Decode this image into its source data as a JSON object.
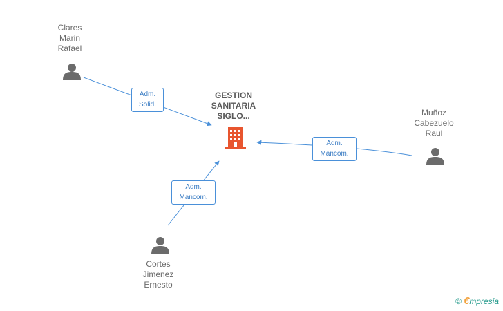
{
  "company": {
    "name": "GESTION\nSANITARIA\nSIGLO...",
    "color": "#e8552f"
  },
  "people": [
    {
      "id": "p1",
      "name": "Clares\nMarin\nRafael"
    },
    {
      "id": "p2",
      "name": "Muñoz\nCabezuelo\nRaul"
    },
    {
      "id": "p3",
      "name": "Cortes\nJimenez\nErnesto"
    }
  ],
  "relations": [
    {
      "from": "p1",
      "label": "Adm.\nSolid."
    },
    {
      "from": "p2",
      "label": "Adm.\nMancom."
    },
    {
      "from": "p3",
      "label": "Adm.\nMancom."
    }
  ],
  "colors": {
    "edge": "#4a90d9",
    "person": "#6b6b6b",
    "label_text": "#3b7dc4"
  },
  "footer": {
    "copyright": "©",
    "brand_initial": "€",
    "brand_rest": "mpresia"
  }
}
